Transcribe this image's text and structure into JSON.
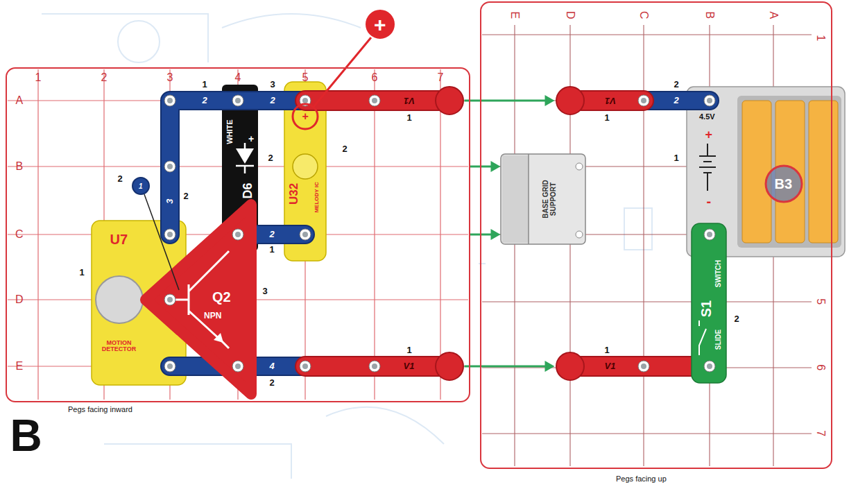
{
  "diagram": {
    "nodes": [
      {
        "text": [
          "B",
          "Pegs facing inward"
        ]
      },
      {
        "text": [
          "Pegs facing up"
        ]
      },
      {
        "text": [
          "U7",
          "MOTION DETECTOR"
        ],
        "in": 0
      },
      {
        "text": [
          "Q2",
          "NPN"
        ],
        "in": 0
      },
      {
        "text": [
          "WHITE",
          "D6"
        ],
        "in": 0
      },
      {
        "text": [
          "U32",
          "MELODY IC"
        ],
        "in": 0
      },
      {
        "text": [
          "V1"
        ],
        "in": 0
      },
      {
        "text": [
          "V1"
        ],
        "in": 0
      },
      {
        "text": [
          "V1"
        ],
        "in": 1
      },
      {
        "text": [
          "BASE GRID SUPPORT"
        ],
        "in": 1
      },
      {
        "text": [
          "4.5V",
          "B3"
        ],
        "in": 1
      },
      {
        "text": [
          "SLIDE",
          "S1",
          "SWITCH"
        ],
        "in": 1
      },
      {
        "text": [
          "V1"
        ],
        "in": 1
      }
    ],
    "edges": [
      {
        "from": 6,
        "to": 8,
        "arrow": "to"
      },
      {
        "from": 0,
        "to": 9,
        "arrow": "to"
      },
      {
        "from": 0,
        "to": 9,
        "arrow": "to"
      },
      {
        "from": 7,
        "to": 12,
        "arrow": "to"
      }
    ],
    "labels": [
      "1",
      "2",
      "3",
      "4",
      "5",
      "6",
      "7",
      "A",
      "B",
      "C",
      "D",
      "E",
      "E",
      "D",
      "C",
      "B",
      "A",
      "1",
      "5",
      "6",
      "7",
      "1",
      "2",
      "3",
      "2",
      "1",
      "2",
      "2",
      "3",
      "2",
      "2",
      "1",
      "2",
      "1",
      "1",
      "3",
      "4",
      "2",
      "1",
      "+",
      "+",
      "+",
      "1",
      "2",
      "2",
      "+",
      "-",
      "1",
      "2",
      "1"
    ]
  }
}
